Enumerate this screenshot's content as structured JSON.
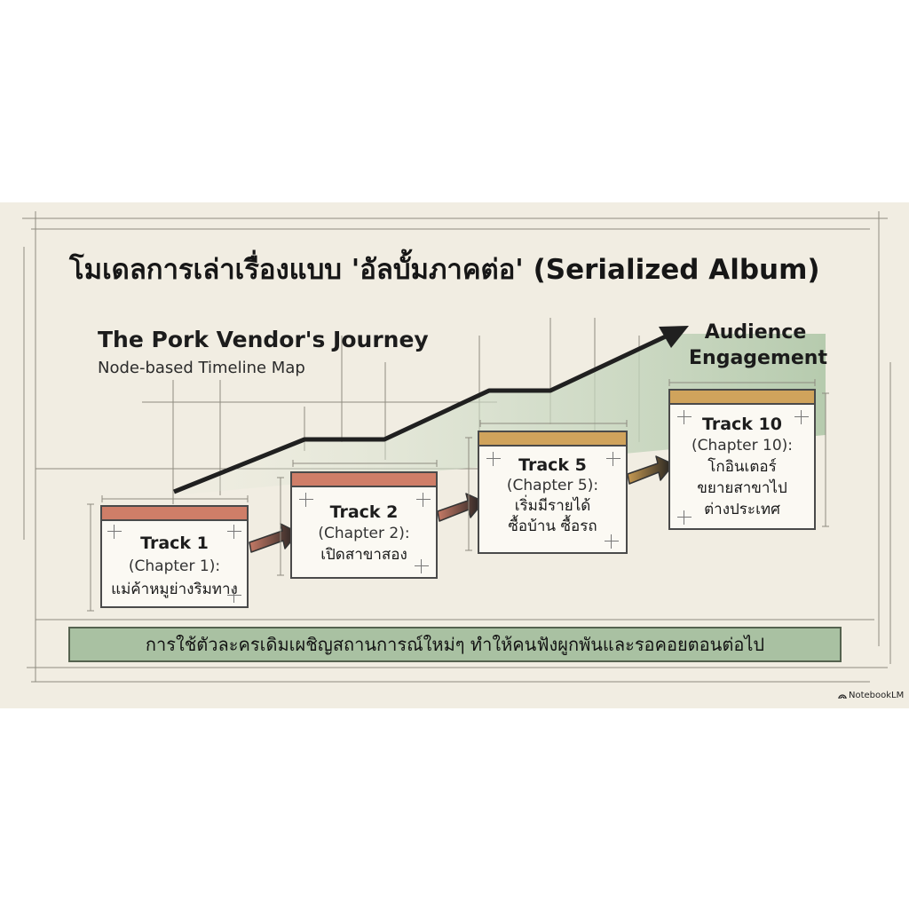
{
  "title": "โมเดลการเล่าเรื่องแบบ 'อัลบั้มภาคต่อ' (Serialized Album)",
  "subtitle": {
    "main": "The Pork Vendor's Journey",
    "sub": "Node-based Timeline Map"
  },
  "engagement_label": "Audience Engagement",
  "tracks": [
    {
      "track": "Track 1",
      "chapter": "(Chapter 1):",
      "desc": "แม่ค้าหมูย่างริมทาง",
      "bar_color": "#cf7e68"
    },
    {
      "track": "Track 2",
      "chapter": "(Chapter 2):",
      "desc": "เปิดสาขาสอง",
      "bar_color": "#cf7e68"
    },
    {
      "track": "Track 5",
      "chapter": "(Chapter 5):",
      "desc_line1": "เริ่มมีรายได้",
      "desc_line2": "ซื้อบ้าน ซื้อรถ",
      "bar_color": "#d0a35c"
    },
    {
      "track": "Track 10",
      "chapter": "(Chapter 10):",
      "desc_line1": "โกอินเตอร์",
      "desc_line2": "ขยายสาขาไป",
      "desc_line3": "ต่างประเทศ",
      "bar_color": "#d0a35c"
    }
  ],
  "banner": "การใช้ตัวละครเดิมเผชิญสถานการณ์ใหม่ๆ ทำให้คนฟังผูกพันและรอคอยตอนต่อไป",
  "brand": "NotebookLM",
  "colors": {
    "background": "#f1ede2",
    "growth_fill": "#c9d8c2",
    "banner": "#a9c1a2",
    "red_arrow": "#b66a58",
    "gold_arrow": "#b98a43"
  }
}
